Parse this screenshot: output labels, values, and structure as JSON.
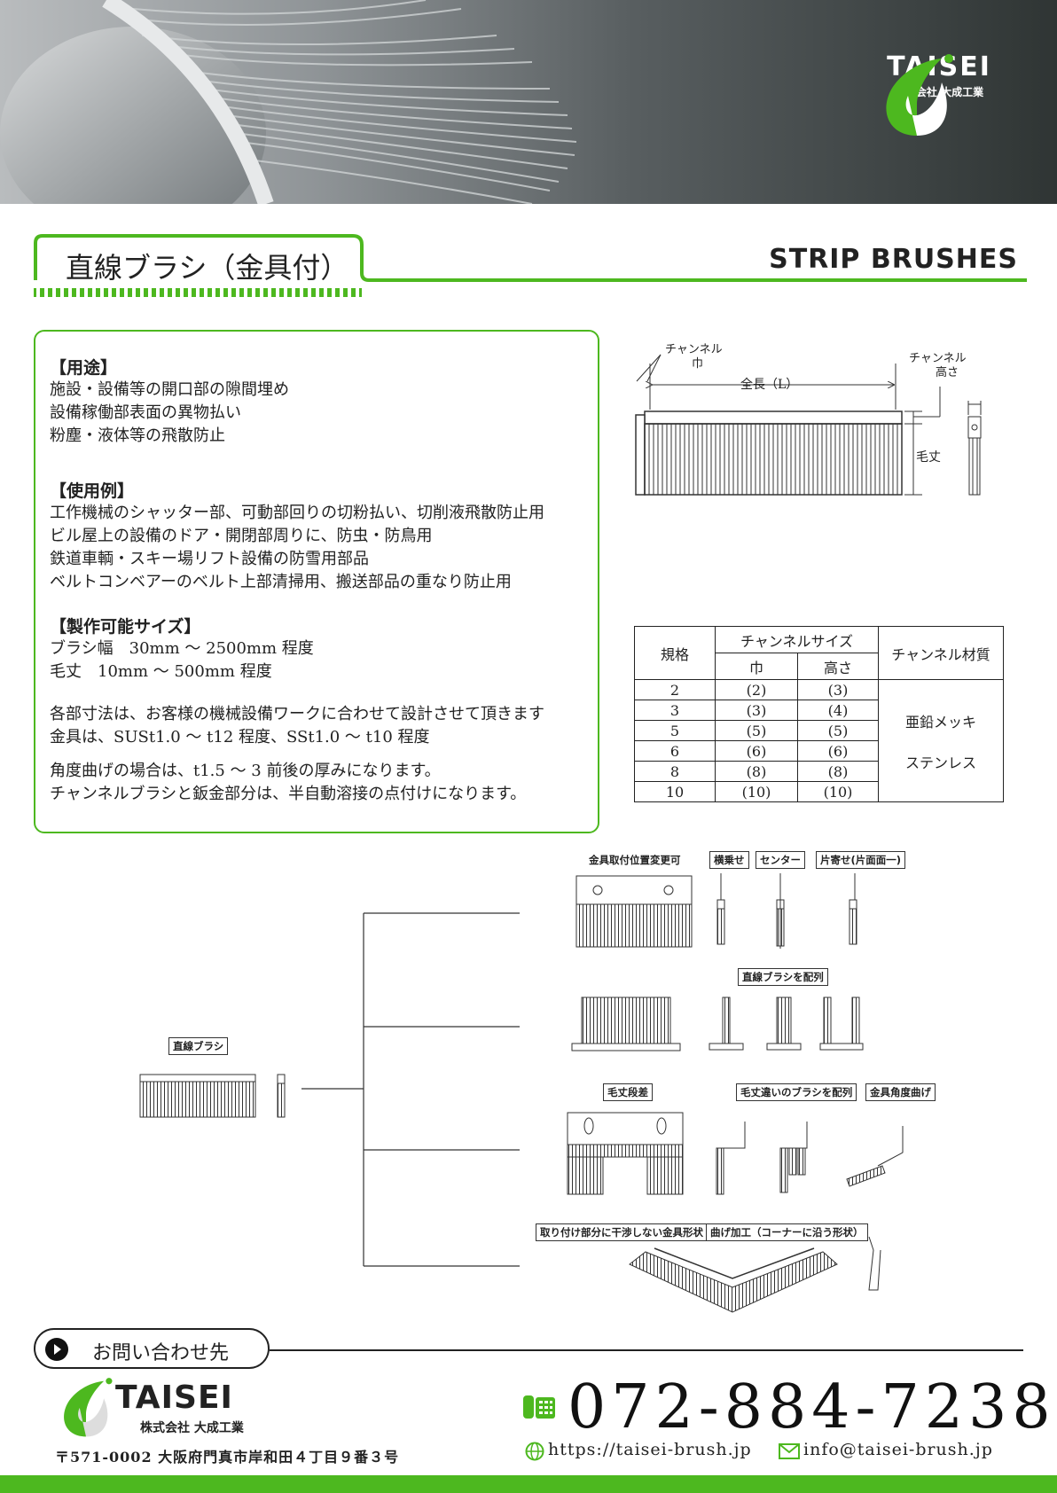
{
  "brand": {
    "name": "TAISEI",
    "corp": "株式会社 大成工業",
    "green": "#4db81f"
  },
  "title": {
    "jp": "直線ブラシ（金具付）",
    "en": "STRIP BRUSHES"
  },
  "info": {
    "usage_heading": "【用途】",
    "usage": [
      "施設・設備等の開口部の隙間埋め",
      "設備稼働部表面の異物払い",
      "粉塵・液体等の飛散防止"
    ],
    "examples_heading": "【使用例】",
    "examples": [
      "工作機械のシャッター部、可動部回りの切粉払い、切削液飛散防止用",
      "ビル屋上の設備のドア・開閉部周りに、防虫・防鳥用",
      "鉄道車輌・スキー場リフト設備の防雪用部品",
      "ベルトコンベアーのベルト上部清掃用、搬送部品の重なり防止用"
    ],
    "sizes_heading": "【製作可能サイズ】",
    "sizes": [
      "ブラシ幅　30mm ～ 2500mm 程度",
      "毛丈　10mm ～ 500mm 程度"
    ],
    "notes1": [
      "各部寸法は、お客様の機械設備ワークに合わせて設計させて頂きます",
      "金具は、SUSt1.0 ～ t12 程度、SSt1.0 ～ t10 程度"
    ],
    "notes2": [
      "角度曲げの場合は、t1.5 ～ 3 前後の厚みになります。",
      "チャンネルブラシと鈑金部分は、半自動溶接の点付けになります。"
    ]
  },
  "diagram": {
    "channel_width": "チャンネル\n巾",
    "channel_height": "チャンネル\n高さ",
    "total_length": "全長（L）",
    "bristle_length": "毛丈"
  },
  "spec_table": {
    "head_size": "規格",
    "head_channel": "チャンネルサイズ",
    "head_width": "巾",
    "head_height": "高さ",
    "head_material": "チャンネル材質",
    "rows": [
      [
        "2",
        "(2)",
        "(3)"
      ],
      [
        "3",
        "(3)",
        "(4)"
      ],
      [
        "5",
        "(5)",
        "(5)"
      ],
      [
        "6",
        "(6)",
        "(6)"
      ],
      [
        "8",
        "(8)",
        "(8)"
      ],
      [
        "10",
        "(10)",
        "(10)"
      ]
    ],
    "materials": [
      "亜鉛メッキ",
      "ステンレス"
    ]
  },
  "variants": {
    "root": "直線ブラシ",
    "pos_change": "金具取付位置変更可",
    "offset_side": "横乗せ",
    "center": "センター",
    "one_side": "片寄せ(片面面一)",
    "arrange": "直線ブラシを配列",
    "step": "毛丈段差",
    "mixed": "毛丈違いのブラシを配列",
    "angle_bend": "金具角度曲げ",
    "no_interfere": "取り付け部分に干渉しない金具形状",
    "bend_corner": "曲げ加工（コーナーに沿う形状）"
  },
  "footer": {
    "contact": "お問い合わせ先",
    "address": "〒571-0002 大阪府門真市岸和田４丁目９番３号",
    "phone": "072-884-7238",
    "url": "https://taisei-brush.jp",
    "email": "info@taisei-brush.jp"
  }
}
